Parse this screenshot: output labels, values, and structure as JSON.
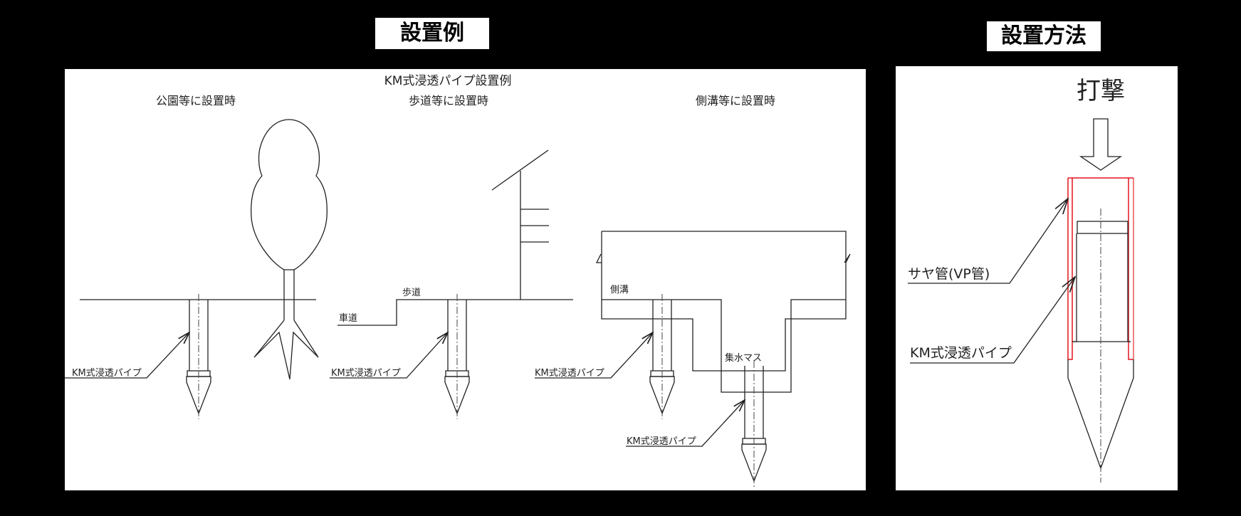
{
  "headings": {
    "examples": "設置例",
    "method": "設置方法"
  },
  "examples_panel": {
    "title": "KM式浸透パイプ設置例",
    "cases": [
      {
        "caption": "公園等に設置時",
        "pipe_label": "KM式浸透パイプ"
      },
      {
        "caption": "歩道等に設置時",
        "pipe_label": "KM式浸透パイプ",
        "road_label": "車道",
        "sidewalk_label": "歩道"
      },
      {
        "caption": "側溝等に設置時",
        "pipe_label_1": "KM式浸透パイプ",
        "pipe_label_2": "KM式浸透パイプ",
        "gutter_label": "側溝",
        "catch_basin_label": "集水マス"
      }
    ]
  },
  "method_panel": {
    "strike_label": "打撃",
    "sleeve_label": "サヤ管(VP管)",
    "pipe_label": "KM式浸透パイプ",
    "colors": {
      "sleeve": "#e3141b"
    }
  }
}
